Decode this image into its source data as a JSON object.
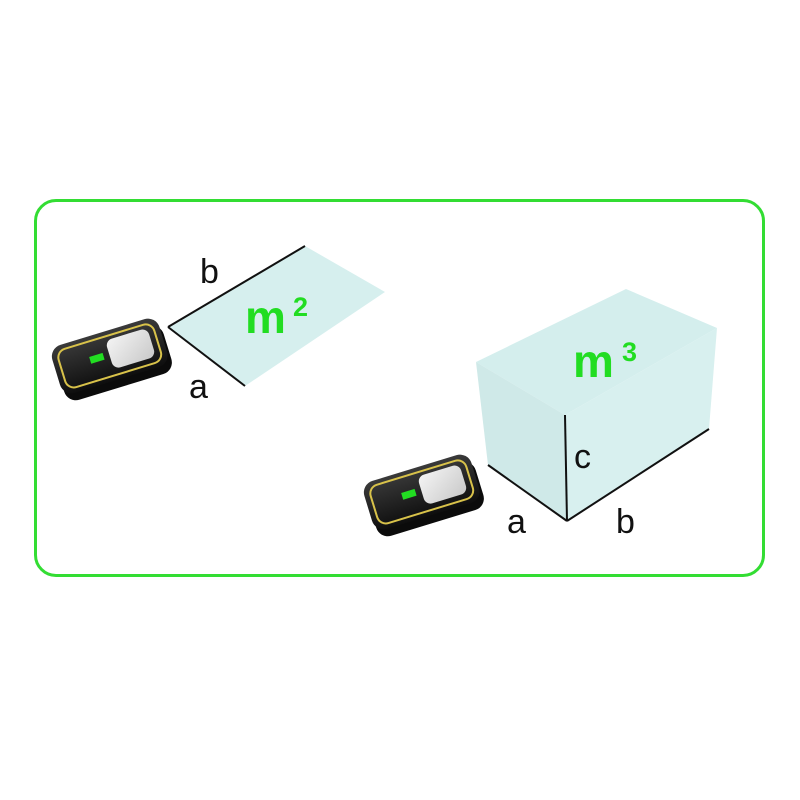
{
  "colors": {
    "frame_border": "#33dd33",
    "unit_text": "#22dd22",
    "plane_fill": "#d6efee",
    "device_body": "#1c1c1c",
    "device_accent": "#d8c24a",
    "device_indicator": "#22dd22"
  },
  "area_panel": {
    "unit_base": "m",
    "unit_exponent": "2",
    "edge_a": "a",
    "edge_b": "b",
    "device_icon": "laser-distance-meter-icon"
  },
  "volume_panel": {
    "unit_base": "m",
    "unit_exponent": "3",
    "edge_a": "a",
    "edge_b": "b",
    "edge_c": "c",
    "device_icon": "laser-distance-meter-icon"
  }
}
